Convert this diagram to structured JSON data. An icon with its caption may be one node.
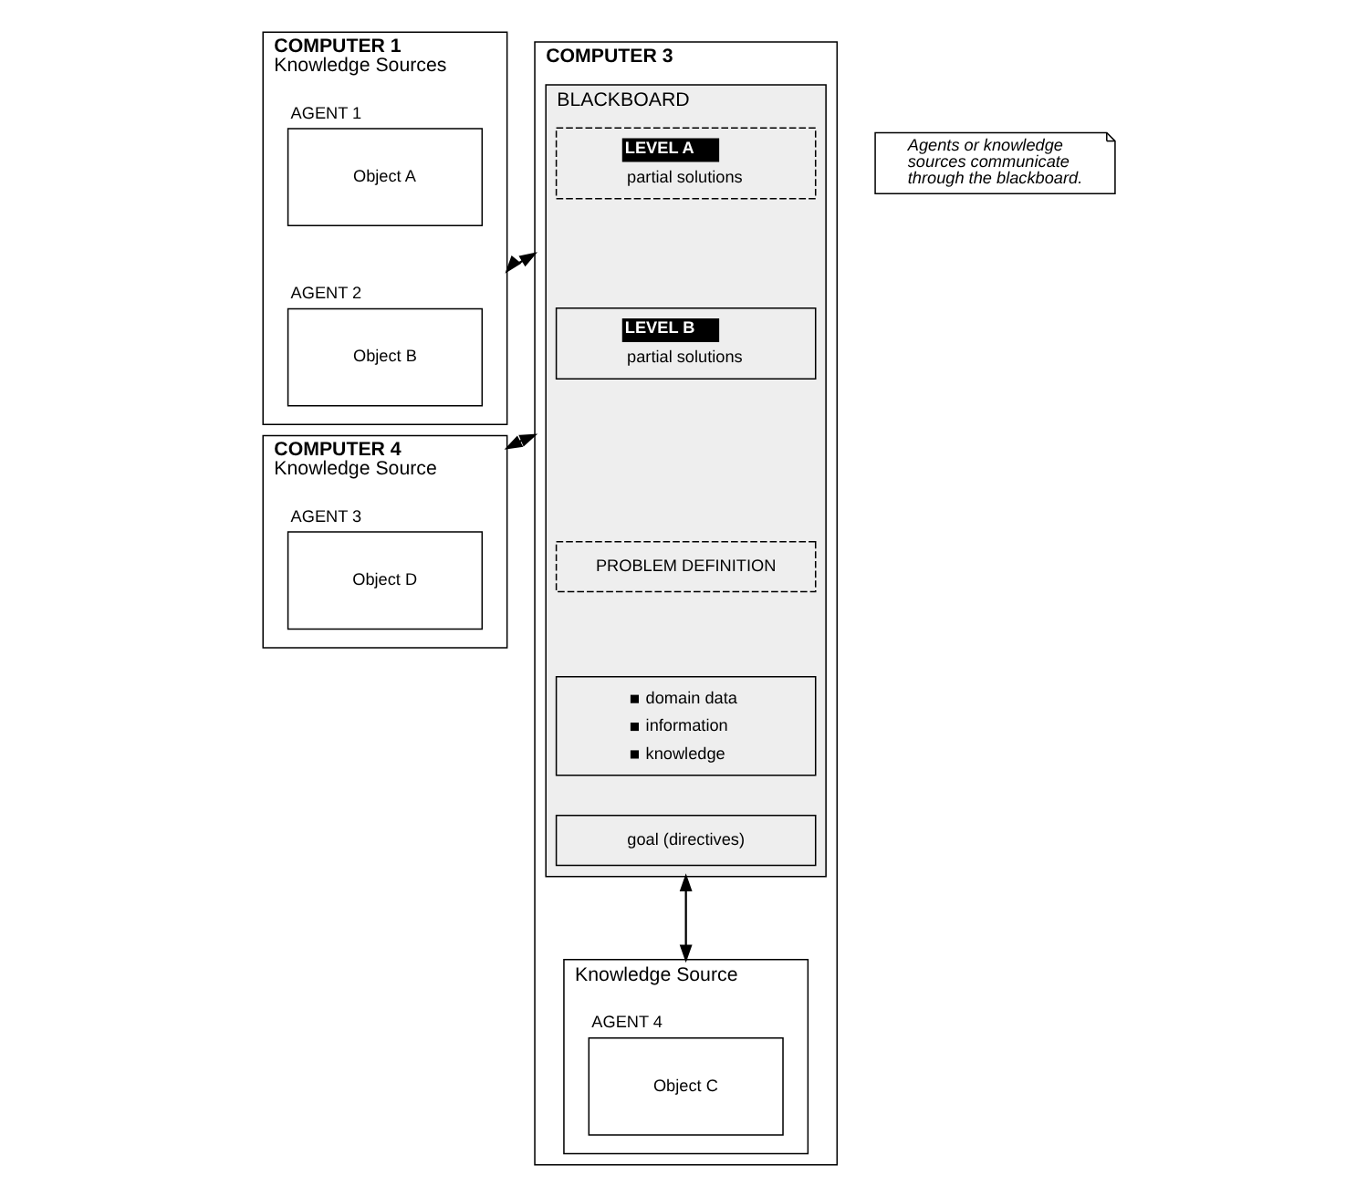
{
  "diagram": {
    "nodes": [
      {
        "text": [
          "COMPUTER 1",
          "Knowledge Sources"
        ]
      },
      {
        "text": [
          "AGENT 1",
          "Object A"
        ],
        "in": 0
      },
      {
        "text": [
          "AGENT 2",
          "Object B"
        ],
        "in": 0
      },
      {
        "text": [
          "COMPUTER 3"
        ]
      },
      {
        "text": [
          "BLACKBOARD"
        ],
        "in": 3
      },
      {
        "text": [
          "LEVEL A",
          "partial solutions"
        ],
        "in": 4
      },
      {
        "text": [
          "LEVEL B",
          "partial solutions"
        ],
        "in": 4
      },
      {
        "text": [
          "PROBLEM DEFINITION"
        ],
        "in": 4
      },
      {
        "text": [
          "domain data",
          "information",
          "knowledge"
        ],
        "in": 4
      },
      {
        "text": [
          "goal (directives)"
        ],
        "in": 4
      },
      {
        "text": [
          "Knowledge Source"
        ],
        "in": 3
      },
      {
        "text": [
          "AGENT 4",
          "Object C"
        ],
        "in": 10
      },
      {
        "text": [
          "COMPUTER 4",
          "Knowledge Source"
        ]
      },
      {
        "text": [
          "AGENT 3",
          "Object D"
        ],
        "in": 12
      },
      {
        "text": [
          "Agents or knowledge sources communicate through the blackboard."
        ]
      }
    ],
    "edges": [
      {
        "from": 0,
        "to": 3,
        "arrow": "both"
      },
      {
        "from": 4,
        "to": 10,
        "arrow": "both"
      },
      {
        "from": 12,
        "to": 3,
        "arrow": "both"
      }
    ]
  }
}
